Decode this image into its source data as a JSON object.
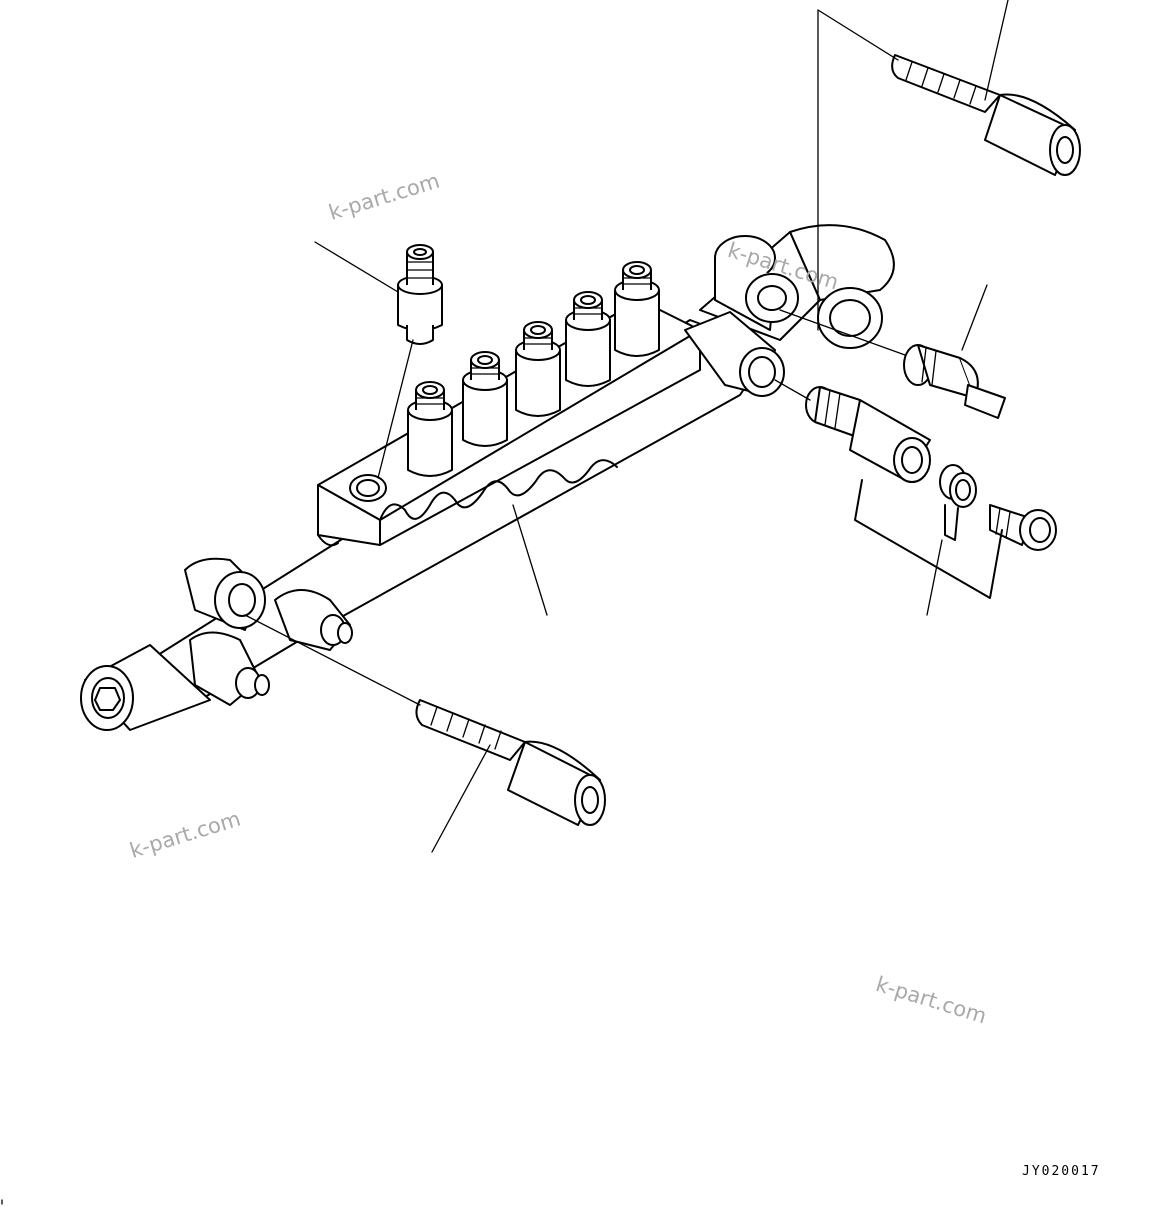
{
  "drawing": {
    "code": "JY020017"
  },
  "watermarks": [
    "k-part.com",
    "k-part.com",
    "k-part.com",
    "k-part.com"
  ]
}
